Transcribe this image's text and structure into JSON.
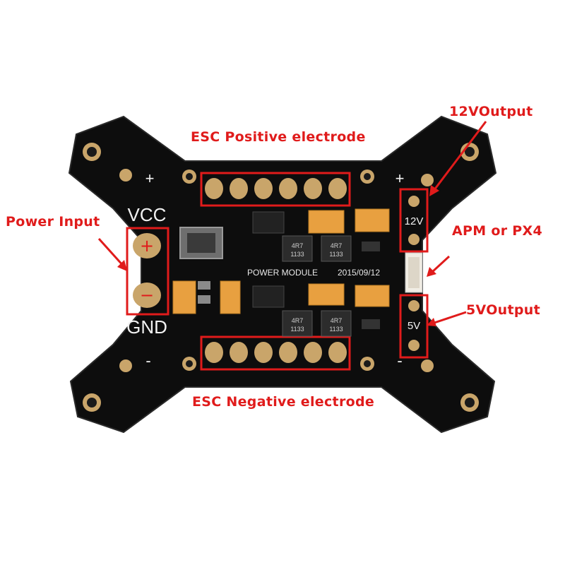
{
  "annotations": {
    "esc_positive": "ESC Positive electrode",
    "esc_negative": "ESC Negative electrode",
    "power_input": "Power Input",
    "output_12v": "12VOutput",
    "output_5v": "5VOutput",
    "apm_px4": "APM or PX4"
  },
  "silkscreen": {
    "vcc": "VCC",
    "gnd": "GND",
    "plus": "+",
    "minus": "-",
    "v12": "12V",
    "v5": "5V",
    "module_name": "POWER MODULE",
    "date": "2015/09/12",
    "inductor_code": "4R7",
    "inductor_sub": "1133"
  },
  "colors": {
    "annotation_red": "#e01b1b",
    "board_black": "#0d0d0d",
    "gold_pad": "#c9a56a",
    "capacitor_orange": "#e8a040"
  }
}
